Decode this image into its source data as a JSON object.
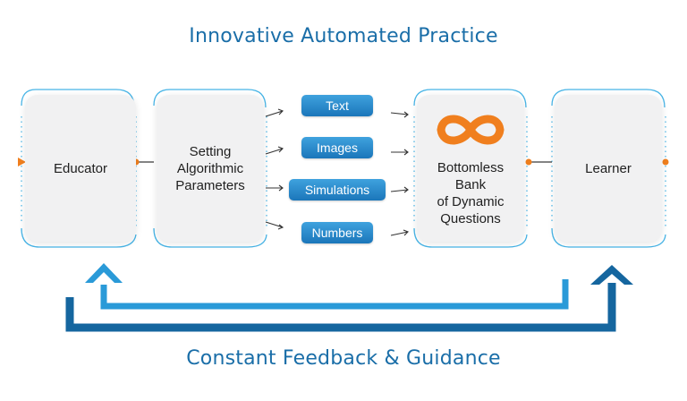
{
  "title": "Innovative Automated Practice",
  "footer_title": "Constant Feedback & Guidance",
  "nodes": {
    "educator": "Educator",
    "setting": [
      "Setting",
      "Algorithmic",
      "Parameters"
    ],
    "bank": [
      "Bottomless",
      "Bank",
      "of Dynamic",
      "Questions"
    ],
    "learner": "Learner"
  },
  "content_types": [
    "Text",
    "Images",
    "Simulations",
    "Numbers"
  ],
  "icons": {
    "bank_icon": "infinity-icon"
  },
  "colors": {
    "title": "#1a6ea8",
    "accent_orange": "#f07f1e",
    "feedback_light": "#2a9ad8",
    "feedback_dark": "#15669f",
    "outline": "#47b4e6",
    "pill": "#2589cc"
  }
}
